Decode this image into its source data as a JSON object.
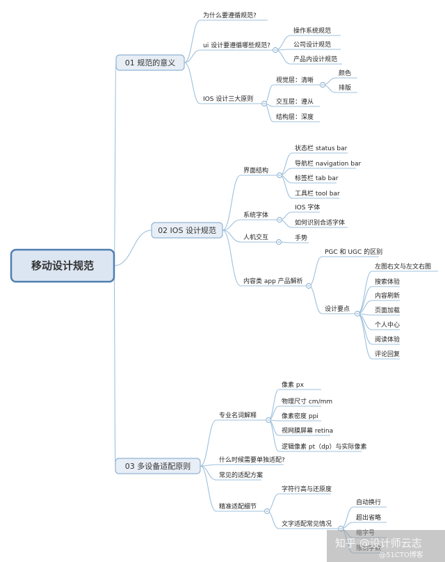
{
  "root": "移动设计规范",
  "branches": [
    {
      "label": "01 规范的意义",
      "children": [
        {
          "label": "为什么要遵循规范?"
        },
        {
          "label": "ui 设计要遵循哪些规范?",
          "children": [
            {
              "label": "操作系统规范"
            },
            {
              "label": "公司设计规范"
            },
            {
              "label": "产品内设计规范"
            }
          ]
        },
        {
          "label": "IOS 设计三大原则",
          "children": [
            {
              "label": "视觉层：清晰",
              "children": [
                {
                  "label": "颜色"
                },
                {
                  "label": "排版"
                }
              ]
            },
            {
              "label": "交互层：遵从"
            },
            {
              "label": "结构层：深度"
            }
          ]
        }
      ]
    },
    {
      "label": "02 IOS 设计规范",
      "children": [
        {
          "label": "界面结构",
          "children": [
            {
              "label": "状态栏 status bar"
            },
            {
              "label": "导航栏 navigation bar"
            },
            {
              "label": "标签栏 tab bar"
            },
            {
              "label": "工具栏 tool bar"
            }
          ]
        },
        {
          "label": "系统字体",
          "children": [
            {
              "label": "IOS 字体"
            },
            {
              "label": "如何识别合适字体"
            }
          ]
        },
        {
          "label": "人机交互",
          "children": [
            {
              "label": "手势"
            }
          ]
        },
        {
          "label": "内容类 app 产品解析",
          "children": [
            {
              "label": "PGC 和 UGC 的区别"
            },
            {
              "label": "设计要点",
              "children": [
                {
                  "label": "左图右文与左文右图"
                },
                {
                  "label": "搜索体验"
                },
                {
                  "label": "内容刷新"
                },
                {
                  "label": "页面加载"
                },
                {
                  "label": "个人中心"
                },
                {
                  "label": "阅读体验"
                },
                {
                  "label": "评论回复"
                }
              ]
            }
          ]
        }
      ]
    },
    {
      "label": "03 多设备适配原则",
      "children": [
        {
          "label": "专业名词解释",
          "children": [
            {
              "label": "像素 px"
            },
            {
              "label": "物理尺寸 cm/mm"
            },
            {
              "label": "像素密度 ppi"
            },
            {
              "label": "视网膜屏幕 retina"
            },
            {
              "label": "逻辑像素 pt（dp）与实际像素"
            }
          ]
        },
        {
          "label": "什么时候需要单独适配?"
        },
        {
          "label": "常见的适配方案"
        },
        {
          "label": "精准适配细节",
          "children": [
            {
              "label": "字符行高与还原度"
            },
            {
              "label": "文字适配常见情况",
              "children": [
                {
                  "label": "自动换行"
                },
                {
                  "label": "超出省略"
                },
                {
                  "label": "缩字号"
                },
                {
                  "label": "限制字数"
                }
              ]
            }
          ]
        }
      ]
    }
  ],
  "watermark": {
    "text": "知乎 @设计师云志",
    "sub": "@51CTO博客"
  },
  "colors": {
    "line": "#9dc0dd",
    "box_fill": "#e8eef6",
    "box_border": "#8fb3d3",
    "root_fill": "#dce6f2",
    "root_border": "#4f7fb0",
    "collapse": "#7fa7ca"
  }
}
